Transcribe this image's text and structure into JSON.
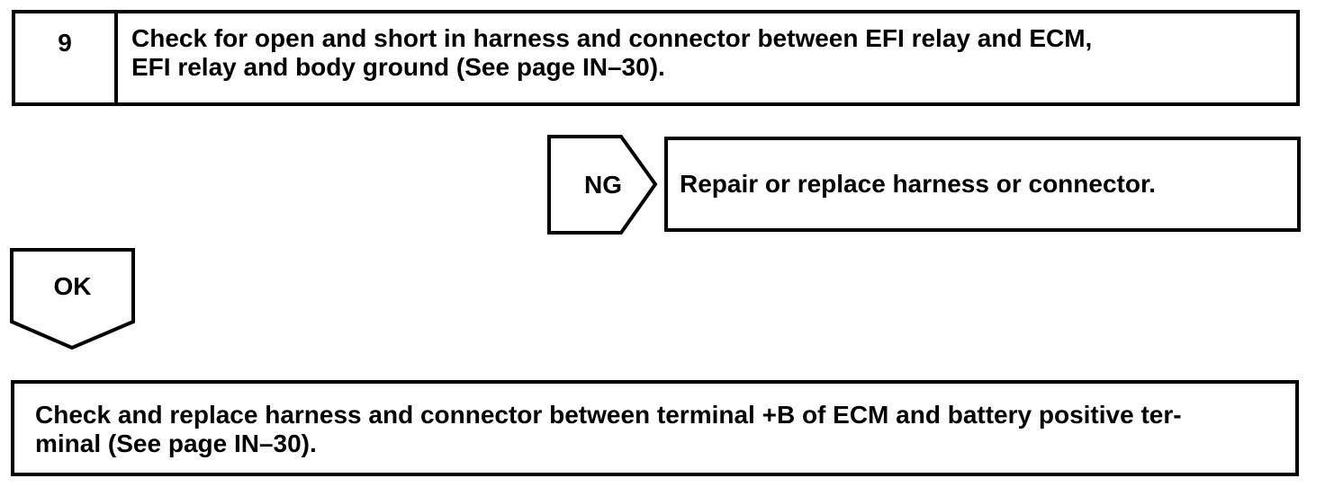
{
  "page": {
    "background_color": "#ffffff",
    "line_color": "#000000"
  },
  "flowchart": {
    "step_box": {
      "number": "9",
      "instruction_lines": [
        "Check for open and short in harness and connector between EFI relay and ECM,",
        "EFI relay and body ground (See page IN–30)."
      ]
    },
    "ng_branch": {
      "connector_label": "NG",
      "action_text": "Repair or replace harness or connector."
    },
    "ok_branch": {
      "connector_label": "OK"
    },
    "result_box": {
      "lines": [
        "Check and replace harness and connector between terminal +B of ECM and battery positive ter-",
        "minal (See page IN–30)."
      ]
    }
  }
}
